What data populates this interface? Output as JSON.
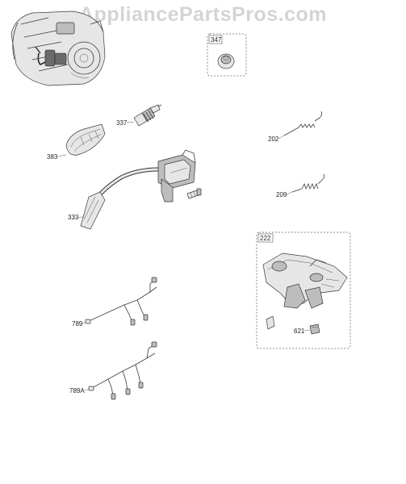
{
  "watermark": "AppliancePartsPros.com",
  "parts": {
    "p347": "347",
    "p337": "337",
    "p383": "383",
    "p333": "333",
    "p202": "202",
    "p209": "209",
    "p222": "222",
    "p621": "621",
    "p789": "789",
    "p789A": "789A"
  }
}
